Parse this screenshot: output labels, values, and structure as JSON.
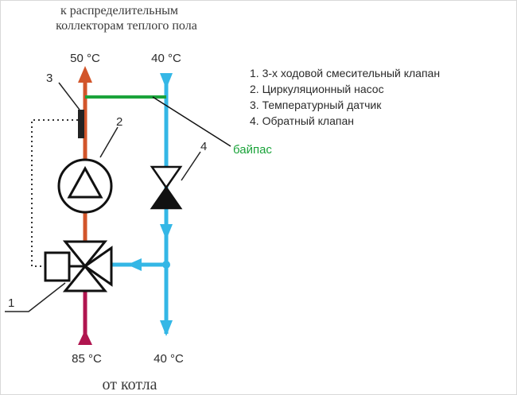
{
  "header": {
    "line1": "к  распределительным",
    "line2": "коллекторам теплого пола"
  },
  "temperatures": {
    "supply_top": "50 °C",
    "return_top": "40 °C",
    "boiler_in": "85 °C",
    "return_bottom": "40 °C"
  },
  "footer": "от котла",
  "bypass_label": "байпас",
  "callouts": [
    "1",
    "2",
    "3",
    "4"
  ],
  "legend": [
    "1. 3-х ходовой смесительный клапан",
    "2. Циркуляционный насос",
    "3. Температурный датчик",
    "4. Обратный клапан"
  ],
  "colors": {
    "hot_pipe": "#d2552a",
    "boiler_pipe": "#b0154f",
    "cold_pipe": "#34b7e6",
    "bypass": "#1aa33a",
    "bypass_text": "#1aa33a"
  }
}
